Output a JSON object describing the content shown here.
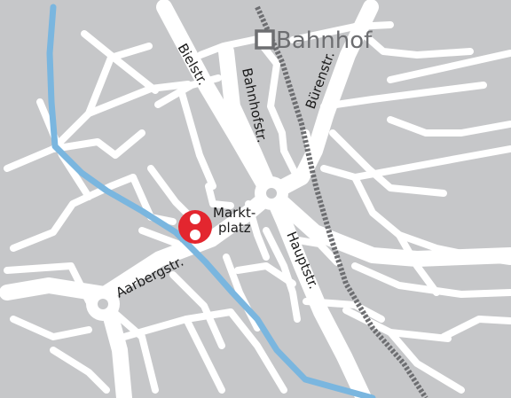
{
  "map": {
    "colors": {
      "background": "#c6c7c9",
      "road": "#ffffff",
      "river": "#7ab6df",
      "rail": "#6d6e71",
      "marker": "#e3262f"
    },
    "station": {
      "label": "Bahnhof",
      "icon": "station-square-icon"
    },
    "poi": {
      "line1": "Markt-",
      "line2": "platz",
      "icon": "marker-circle-icon"
    },
    "streets": {
      "bielstr": "Bielstr.",
      "bahnhofstr": "Bahnhofstr.",
      "burenstr": "Bürenstr.",
      "hauptstr": "Hauptstr.",
      "aarbergstr": "Aarbergstr."
    }
  }
}
